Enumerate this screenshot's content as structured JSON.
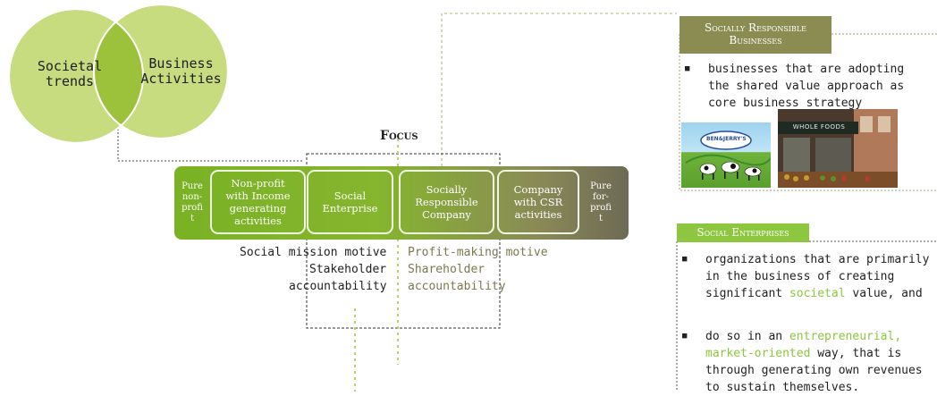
{
  "venn": {
    "left_label": "Societal\ntrends",
    "right_label": "Business\nActivities"
  },
  "focus_label": "Focus",
  "spectrum": {
    "edge_left": "Pure\nnon-\nprofi\nt",
    "edge_right": "Pure\nfor-\nprofi\nt",
    "cells": [
      "Non-profit\nwith Income\ngenerating\nactivities",
      "Social\nEnterprise",
      "Socially\nResponsible\nCompany",
      "Company\nwith CSR\nactivities"
    ]
  },
  "motives": {
    "left_1": "Social mission motive",
    "left_2": "Stakeholder",
    "left_3": "accountability",
    "right_1": "Profit-making motive",
    "right_2": "Shareholder",
    "right_3": "accountability"
  },
  "panel_srb": {
    "heading_1": "Socially Responsible",
    "heading_2": "Businesses",
    "bullets": [
      "businesses that are adopting the shared value approach as core business strategy"
    ],
    "logo_text": "BEN&JERRY'S",
    "store_sign": "WHOLE FOODS"
  },
  "panel_se": {
    "heading": "Social Enterprises",
    "bullet1_a": "organizations that are primarily in the business of creating significant ",
    "bullet1_hl": "societal",
    "bullet1_b": " value, and",
    "bullet2_a": "do so in an ",
    "bullet2_hl": "entrepreneurial, market-oriented",
    "bullet2_b": " way, that is through generating own revenues to sustain themselves."
  },
  "colors": {
    "circle": "#c6dc7e",
    "overlap": "#9cc23b",
    "header_dark": "#8a8c52",
    "header_green": "#8dc63f",
    "highlight": "#8dc63f"
  }
}
